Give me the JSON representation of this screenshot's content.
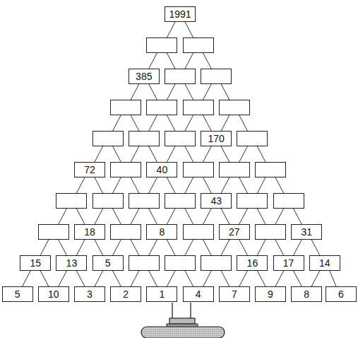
{
  "diagram": {
    "nodes": [
      {
        "text": [
          "1991"
        ]
      },
      {
        "text": []
      },
      {
        "text": []
      },
      {
        "text": [
          "385"
        ]
      },
      {
        "text": []
      },
      {
        "text": []
      },
      {
        "text": []
      },
      {
        "text": []
      },
      {
        "text": []
      },
      {
        "text": []
      },
      {
        "text": []
      },
      {
        "text": []
      },
      {
        "text": []
      },
      {
        "text": [
          "170"
        ]
      },
      {
        "text": []
      },
      {
        "text": [
          "72"
        ]
      },
      {
        "text": []
      },
      {
        "text": [
          "40"
        ]
      },
      {
        "text": []
      },
      {
        "text": []
      },
      {
        "text": []
      },
      {
        "text": []
      },
      {
        "text": []
      },
      {
        "text": []
      },
      {
        "text": []
      },
      {
        "text": [
          "43"
        ]
      },
      {
        "text": []
      },
      {
        "text": []
      },
      {
        "text": []
      },
      {
        "text": [
          "18"
        ]
      },
      {
        "text": []
      },
      {
        "text": [
          "8"
        ]
      },
      {
        "text": []
      },
      {
        "text": [
          "27"
        ]
      },
      {
        "text": []
      },
      {
        "text": [
          "31"
        ]
      },
      {
        "text": [
          "15"
        ]
      },
      {
        "text": [
          "13"
        ]
      },
      {
        "text": [
          "5"
        ]
      },
      {
        "text": []
      },
      {
        "text": []
      },
      {
        "text": []
      },
      {
        "text": [
          "16"
        ]
      },
      {
        "text": [
          "17"
        ]
      },
      {
        "text": [
          "14"
        ]
      },
      {
        "text": [
          "5"
        ]
      },
      {
        "text": [
          "10"
        ]
      },
      {
        "text": [
          "3"
        ]
      },
      {
        "text": [
          "2"
        ]
      },
      {
        "text": [
          "1"
        ]
      },
      {
        "text": [
          "4"
        ]
      },
      {
        "text": [
          "7"
        ]
      },
      {
        "text": [
          "9"
        ]
      },
      {
        "text": [
          "8"
        ]
      },
      {
        "text": [
          "6"
        ]
      }
    ],
    "edges": [
      {
        "from": 0,
        "to": 1,
        "arrow": "none"
      },
      {
        "from": 0,
        "to": 2,
        "arrow": "none"
      },
      {
        "from": 1,
        "to": 3,
        "arrow": "none"
      },
      {
        "from": 1,
        "to": 4,
        "arrow": "none"
      },
      {
        "from": 2,
        "to": 4,
        "arrow": "none"
      },
      {
        "from": 2,
        "to": 5,
        "arrow": "none"
      },
      {
        "from": 3,
        "to": 6,
        "arrow": "none"
      },
      {
        "from": 3,
        "to": 7,
        "arrow": "none"
      },
      {
        "from": 4,
        "to": 7,
        "arrow": "none"
      },
      {
        "from": 4,
        "to": 8,
        "arrow": "none"
      },
      {
        "from": 5,
        "to": 8,
        "arrow": "none"
      },
      {
        "from": 5,
        "to": 9,
        "arrow": "none"
      },
      {
        "from": 6,
        "to": 10,
        "arrow": "none"
      },
      {
        "from": 6,
        "to": 11,
        "arrow": "none"
      },
      {
        "from": 7,
        "to": 11,
        "arrow": "none"
      },
      {
        "from": 7,
        "to": 12,
        "arrow": "none"
      },
      {
        "from": 8,
        "to": 12,
        "arrow": "none"
      },
      {
        "from": 8,
        "to": 13,
        "arrow": "none"
      },
      {
        "from": 9,
        "to": 13,
        "arrow": "none"
      },
      {
        "from": 9,
        "to": 14,
        "arrow": "none"
      },
      {
        "from": 10,
        "to": 15,
        "arrow": "none"
      },
      {
        "from": 10,
        "to": 16,
        "arrow": "none"
      },
      {
        "from": 11,
        "to": 16,
        "arrow": "none"
      },
      {
        "from": 11,
        "to": 17,
        "arrow": "none"
      },
      {
        "from": 12,
        "to": 17,
        "arrow": "none"
      },
      {
        "from": 12,
        "to": 18,
        "arrow": "none"
      },
      {
        "from": 13,
        "to": 18,
        "arrow": "none"
      },
      {
        "from": 13,
        "to": 19,
        "arrow": "none"
      },
      {
        "from": 14,
        "to": 19,
        "arrow": "none"
      },
      {
        "from": 14,
        "to": 20,
        "arrow": "none"
      },
      {
        "from": 15,
        "to": 21,
        "arrow": "none"
      },
      {
        "from": 15,
        "to": 22,
        "arrow": "none"
      },
      {
        "from": 16,
        "to": 22,
        "arrow": "none"
      },
      {
        "from": 16,
        "to": 23,
        "arrow": "none"
      },
      {
        "from": 17,
        "to": 23,
        "arrow": "none"
      },
      {
        "from": 17,
        "to": 24,
        "arrow": "none"
      },
      {
        "from": 18,
        "to": 24,
        "arrow": "none"
      },
      {
        "from": 18,
        "to": 25,
        "arrow": "none"
      },
      {
        "from": 19,
        "to": 25,
        "arrow": "none"
      },
      {
        "from": 19,
        "to": 26,
        "arrow": "none"
      },
      {
        "from": 20,
        "to": 26,
        "arrow": "none"
      },
      {
        "from": 20,
        "to": 27,
        "arrow": "none"
      },
      {
        "from": 21,
        "to": 28,
        "arrow": "none"
      },
      {
        "from": 21,
        "to": 29,
        "arrow": "none"
      },
      {
        "from": 22,
        "to": 29,
        "arrow": "none"
      },
      {
        "from": 22,
        "to": 30,
        "arrow": "none"
      },
      {
        "from": 23,
        "to": 30,
        "arrow": "none"
      },
      {
        "from": 23,
        "to": 31,
        "arrow": "none"
      },
      {
        "from": 24,
        "to": 31,
        "arrow": "none"
      },
      {
        "from": 24,
        "to": 32,
        "arrow": "none"
      },
      {
        "from": 25,
        "to": 32,
        "arrow": "none"
      },
      {
        "from": 25,
        "to": 33,
        "arrow": "none"
      },
      {
        "from": 26,
        "to": 33,
        "arrow": "none"
      },
      {
        "from": 26,
        "to": 34,
        "arrow": "none"
      },
      {
        "from": 27,
        "to": 34,
        "arrow": "none"
      },
      {
        "from": 27,
        "to": 35,
        "arrow": "none"
      },
      {
        "from": 28,
        "to": 36,
        "arrow": "none"
      },
      {
        "from": 28,
        "to": 37,
        "arrow": "none"
      },
      {
        "from": 29,
        "to": 37,
        "arrow": "none"
      },
      {
        "from": 29,
        "to": 38,
        "arrow": "none"
      },
      {
        "from": 30,
        "to": 38,
        "arrow": "none"
      },
      {
        "from": 30,
        "to": 39,
        "arrow": "none"
      },
      {
        "from": 31,
        "to": 39,
        "arrow": "none"
      },
      {
        "from": 31,
        "to": 40,
        "arrow": "none"
      },
      {
        "from": 32,
        "to": 40,
        "arrow": "none"
      },
      {
        "from": 32,
        "to": 41,
        "arrow": "none"
      },
      {
        "from": 33,
        "to": 41,
        "arrow": "none"
      },
      {
        "from": 33,
        "to": 42,
        "arrow": "none"
      },
      {
        "from": 34,
        "to": 42,
        "arrow": "none"
      },
      {
        "from": 34,
        "to": 43,
        "arrow": "none"
      },
      {
        "from": 35,
        "to": 43,
        "arrow": "none"
      },
      {
        "from": 35,
        "to": 44,
        "arrow": "none"
      },
      {
        "from": 36,
        "to": 45,
        "arrow": "none"
      },
      {
        "from": 36,
        "to": 46,
        "arrow": "none"
      },
      {
        "from": 37,
        "to": 46,
        "arrow": "none"
      },
      {
        "from": 37,
        "to": 47,
        "arrow": "none"
      },
      {
        "from": 38,
        "to": 47,
        "arrow": "none"
      },
      {
        "from": 38,
        "to": 48,
        "arrow": "none"
      },
      {
        "from": 39,
        "to": 48,
        "arrow": "none"
      },
      {
        "from": 39,
        "to": 49,
        "arrow": "none"
      },
      {
        "from": 40,
        "to": 49,
        "arrow": "none"
      },
      {
        "from": 40,
        "to": 50,
        "arrow": "none"
      },
      {
        "from": 41,
        "to": 50,
        "arrow": "none"
      },
      {
        "from": 41,
        "to": 51,
        "arrow": "none"
      },
      {
        "from": 42,
        "to": 51,
        "arrow": "none"
      },
      {
        "from": 42,
        "to": 52,
        "arrow": "none"
      },
      {
        "from": 43,
        "to": 52,
        "arrow": "none"
      },
      {
        "from": 43,
        "to": 53,
        "arrow": "none"
      },
      {
        "from": 44,
        "to": 53,
        "arrow": "none"
      },
      {
        "from": 44,
        "to": 54,
        "arrow": "none"
      }
    ]
  }
}
